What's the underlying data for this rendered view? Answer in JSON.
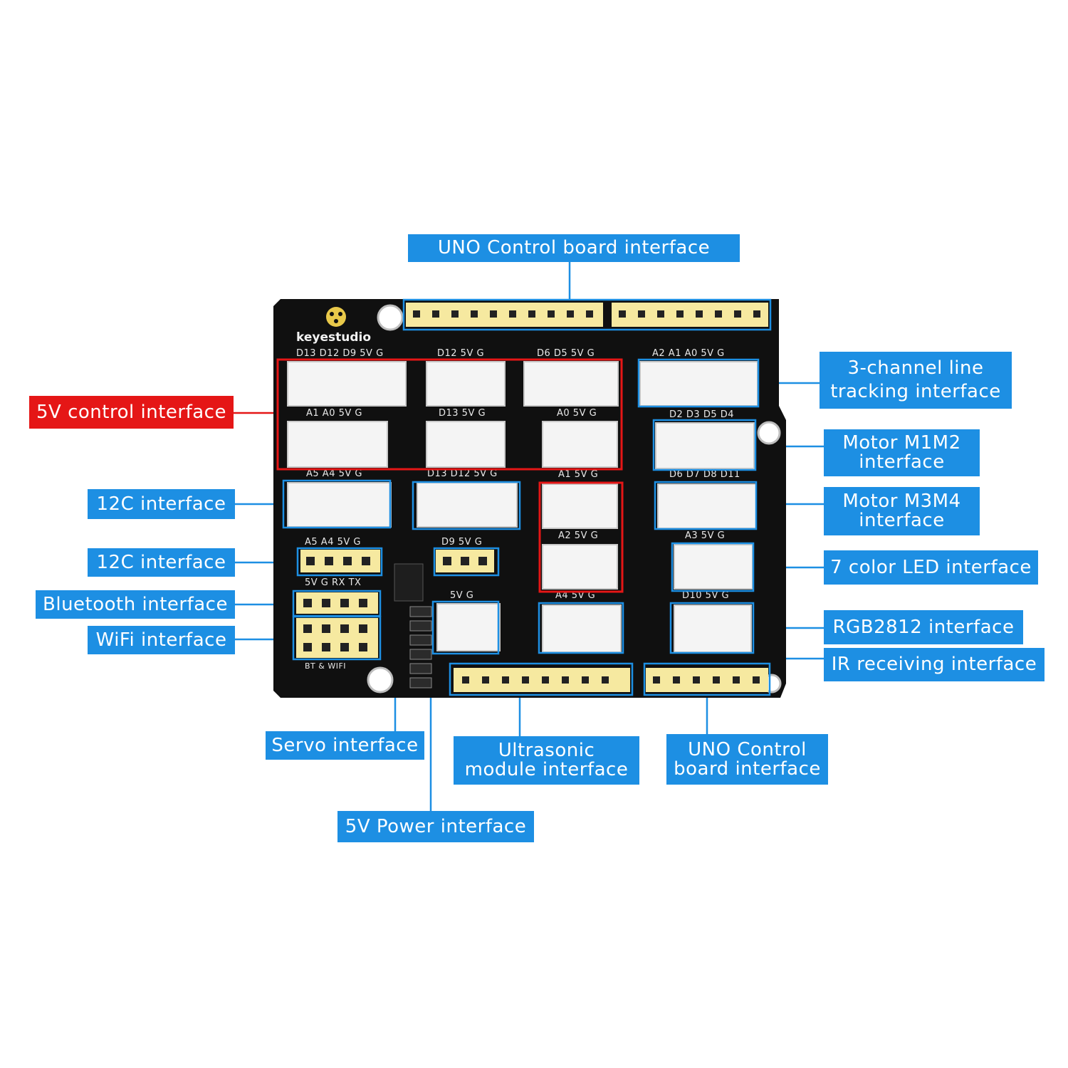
{
  "board": {
    "brand": "keyestudio",
    "pin_labels": {
      "d13_row": "D13 D12 D9 5V G",
      "d12_row": "D12 5V G",
      "d6_row": "D6 D5 5V G",
      "a2_row": "A2 A1 A0 5V G",
      "a1_row": "A1 A0 5V G",
      "d13b_row": "D13 5V G",
      "a0_row": "A0 5V G",
      "d2_row": "D2 D3 D5 D4",
      "a5_row": "A5 A4 5V G",
      "d13c_row": "D13 D12 5V G",
      "a1b_row": "A1 5V G",
      "d6b_row": "D6 D7 D8 D11",
      "a2b_row": "A2 5V G",
      "a3_row": "A3 5V G",
      "a5b_row": "A5 A4 5V G",
      "d9_row": "D9 5V G",
      "bt_row": "5V G RX TX",
      "pwr_row": "5V G",
      "a4_row": "A4 5V G",
      "d10_row": "D10 5V G",
      "bt_wifi": "BT & WIFI"
    }
  },
  "callouts": {
    "uno_top": "UNO Control board interface",
    "five_v_control": "5V control interface",
    "line_tracking": [
      "3-channel line",
      "tracking interface"
    ],
    "motor_m1m2": [
      "Motor M1M2",
      "interface"
    ],
    "i2c_1": "12C interface",
    "motor_m3m4": [
      "Motor M3M4",
      "interface"
    ],
    "i2c_2": "12C interface",
    "seven_color_led": "7 color LED interface",
    "bluetooth": "Bluetooth interface",
    "rgb2812": "RGB2812  interface",
    "wifi": "WiFi interface",
    "ir_receiving": "IR receiving interface",
    "servo": "Servo interface",
    "ultrasonic": [
      "Ultrasonic",
      "module interface"
    ],
    "uno_bottom": [
      "UNO Control",
      "board interface"
    ],
    "power_5v": "5V Power interface"
  },
  "colors": {
    "callout_blue": "#1d8fe3",
    "callout_red": "#e51616",
    "board_black": "#101010",
    "header_yellow": "#f6e9a0",
    "connector_white": "#f4f4f4"
  }
}
